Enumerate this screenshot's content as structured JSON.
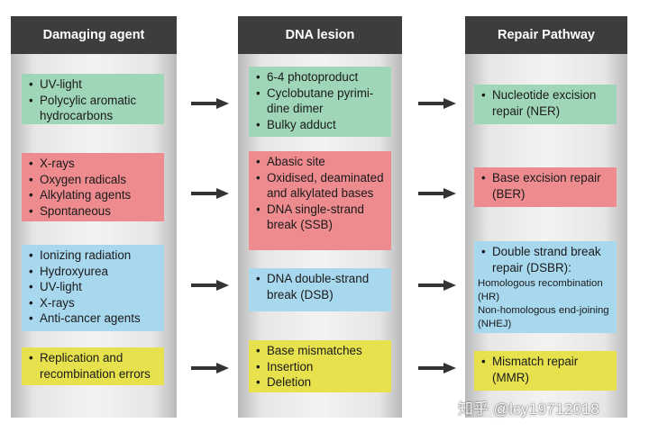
{
  "columns": {
    "agent": {
      "title": "Damaging agent"
    },
    "lesion": {
      "title": "DNA lesion"
    },
    "pathway": {
      "title": "Repair Pathway"
    }
  },
  "rows": [
    {
      "color": "#9fd6b8",
      "agents": [
        "UV-light",
        "Polycylic aromatic hydrocarbons"
      ],
      "lesions": [
        "6-4 photoproduct",
        "Cyclobutane pyrimi-dine dimer",
        "Bulky adduct"
      ],
      "pathway": {
        "title": "Nucleotide excision repair (NER)"
      }
    },
    {
      "color": "#ee8b8f",
      "agents": [
        "X-rays",
        "Oxygen radicals",
        "Alkylating agents",
        "Spontaneous"
      ],
      "lesions": [
        "Abasic site",
        "Oxidised, deaminated and alkylated bases",
        "DNA single-strand break (SSB)"
      ],
      "pathway": {
        "title": "Base excision repair (BER)"
      }
    },
    {
      "color": "#a8d8ee",
      "agents": [
        "Ionizing radiation",
        "Hydroxyurea",
        "UV-light",
        "X-rays",
        "Anti-cancer agents"
      ],
      "lesions": [
        "DNA double-strand break (DSB)"
      ],
      "pathway": {
        "title": "Double strand break repair (DSBR):",
        "sub1": "Homologous recombination (HR)",
        "sub2": "Non-homologous end-joining (NHEJ)"
      }
    },
    {
      "color": "#e6e14d",
      "agents": [
        "Replication and recombination errors"
      ],
      "lesions": [
        "Base mismatches",
        "Insertion",
        "Deletion"
      ],
      "pathway": {
        "title": "Mismatch repair (MMR)"
      }
    }
  ],
  "watermark": "知乎 @lcy19712018"
}
